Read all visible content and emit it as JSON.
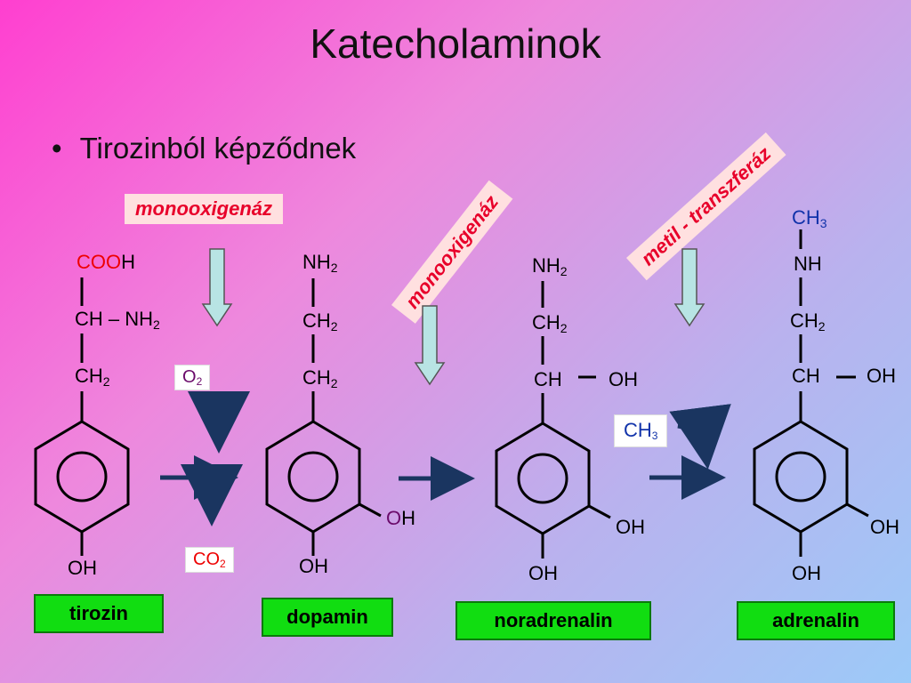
{
  "title": "Katecholaminok",
  "bullet": "Tirozinból képződnek",
  "enzymes": {
    "e1": "monooxigenáz",
    "e2": "monooxigenáz",
    "e3": "metil - transzferáz"
  },
  "cofactors": {
    "o2": "O",
    "o2_sub": "2",
    "co2": "CO",
    "co2_sub": "2",
    "ch3": "CH",
    "ch3_sub": "3"
  },
  "molecules": {
    "tirozin": {
      "name": "tirozin",
      "cooh_red": "COO",
      "cooh_h": "H",
      "ch_nh2": "CH – NH",
      "sub2": "2",
      "ch2": "CH",
      "oh": "OH"
    },
    "dopamin": {
      "name": "dopamin",
      "nh2": "NH",
      "ch2a": "CH",
      "ch2b": "CH",
      "sub2": "2",
      "oh_o": "O",
      "oh_h": "H",
      "oh": "OH"
    },
    "noradrenalin": {
      "name": "noradrenalin",
      "nh2": "NH",
      "ch2": "CH",
      "sub2": "2",
      "ch_oh_ch": "CH",
      "ch_oh_oh": "OH",
      "oh1": "OH",
      "oh2": "OH"
    },
    "adrenalin": {
      "name": "adrenalin",
      "ch3": "CH",
      "sub3": "3",
      "nh": "NH",
      "ch2": "CH",
      "sub2": "2",
      "ch_oh_ch": "CH",
      "ch_oh_oh": "OH",
      "oh1": "OH",
      "oh2": "OH"
    }
  },
  "colors": {
    "arrow_fill": "#b8e4e4",
    "reaction_arrow": "#1a3560",
    "name_box": "#11dd11",
    "enzyme_text": "#e8002a"
  }
}
